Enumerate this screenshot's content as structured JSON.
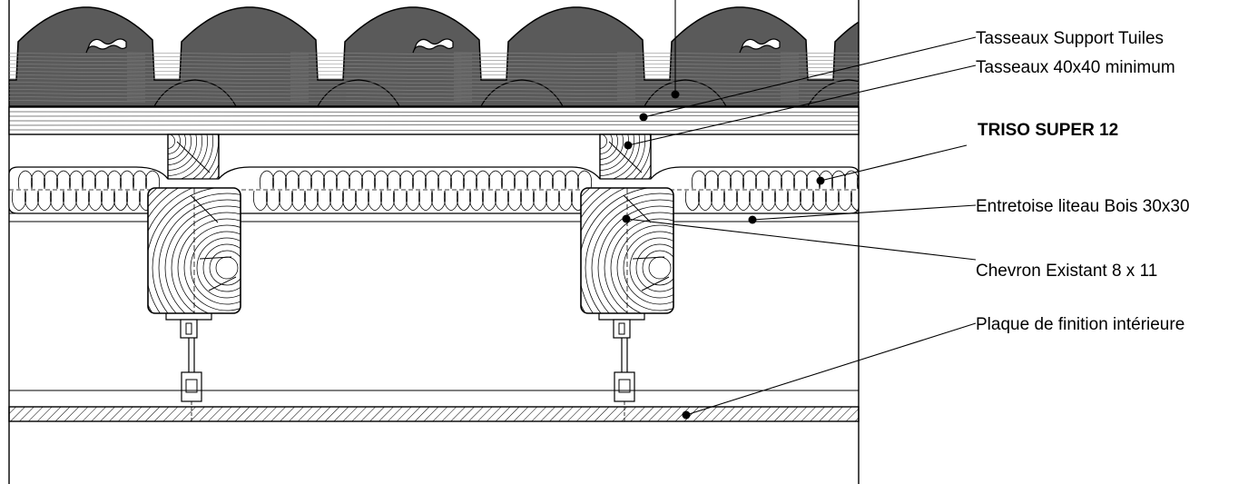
{
  "labels": {
    "tasseaux_support": "Tasseaux Support Tuiles",
    "tasseaux_40": "Tasseaux 40x40 minimum",
    "triso": "TRISO SUPER 12",
    "entretoise": "Entretoise liteau Bois 30x30",
    "chevron": "Chevron Existant 8 x 11",
    "plaque": "Plaque de finition intérieure"
  },
  "colors": {
    "line": "#000000",
    "tile_fill": "#5a5a5a",
    "background": "#ffffff"
  }
}
